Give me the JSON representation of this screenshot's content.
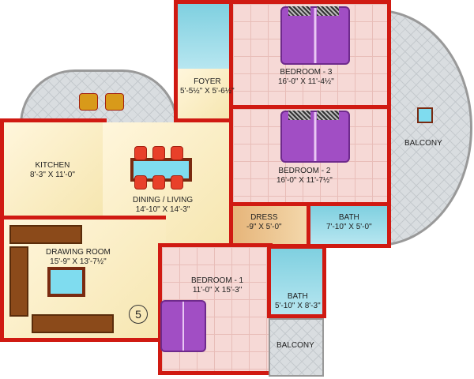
{
  "rooms": {
    "foyer": {
      "name": "FOYER",
      "size": "5'-5½\" X 5'-6½\""
    },
    "bedroom3": {
      "name": "BEDROOM - 3",
      "size": "16'-0\" X 11'-4½\""
    },
    "balcony_right": {
      "name": "BALCONY"
    },
    "bedroom2": {
      "name": "BEDROOM - 2",
      "size": "16'-0\" X 11'-7½\""
    },
    "kitchen": {
      "name": "KITCHEN",
      "size": "8'-3\" X 11'-0\""
    },
    "dining": {
      "name": "DINING / LIVING",
      "size": "14'-10\" X 14'-3\""
    },
    "dress": {
      "name": "DRESS",
      "size": "-9\" X 5'-0\""
    },
    "bath2": {
      "name": "BATH",
      "size": "7'-10\" X 5'-0\""
    },
    "drawing": {
      "name": "DRAWING ROOM",
      "size": "15'-9\" X 13'-7½\""
    },
    "bedroom1": {
      "name": "BEDROOM - 1",
      "size": "11'-0\" X 15'-3\""
    },
    "bath1": {
      "name": "BATH",
      "size": "5'-10\" X 8'-3\""
    },
    "balcony_bottom": {
      "name": "BALCONY"
    }
  },
  "marker": "5",
  "colors": {
    "wall": "#d01a12",
    "bedroom_floor": "#f6d9d6",
    "living_floor": "#fff6dc",
    "bath": "#7fd0e0",
    "bed": "#a14ec4"
  }
}
